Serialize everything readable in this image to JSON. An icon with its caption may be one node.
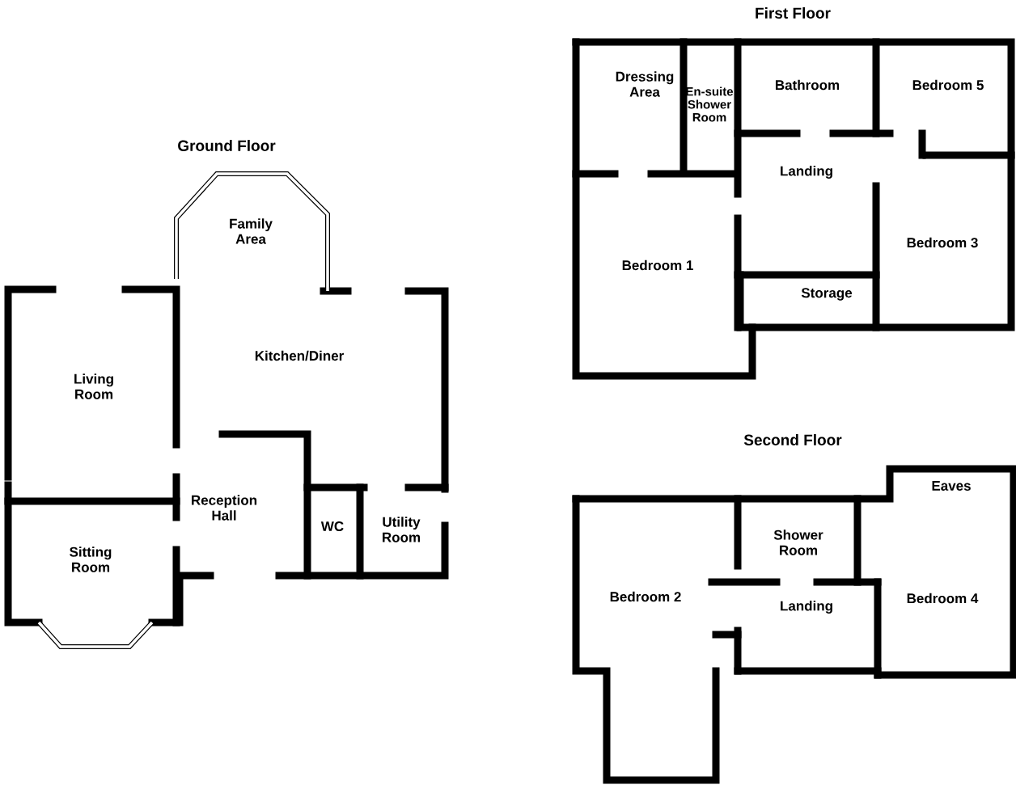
{
  "diagram": {
    "labels": [
      "First Floor",
      "Dressing Area",
      "En-suite Shower Room",
      "Bathroom",
      "Bedroom 5",
      "Ground Floor",
      "Landing",
      "Family Area",
      "Bedroom 3",
      "Bedroom 1",
      "Storage",
      "Kitchen/Diner",
      "Living Room",
      "Reception Hall",
      "WC",
      "Utility Room",
      "Sitting Room",
      "Second Floor",
      "Eaves",
      "Shower Room",
      "Bedroom 2",
      "Landing",
      "Bedroom 4"
    ]
  }
}
